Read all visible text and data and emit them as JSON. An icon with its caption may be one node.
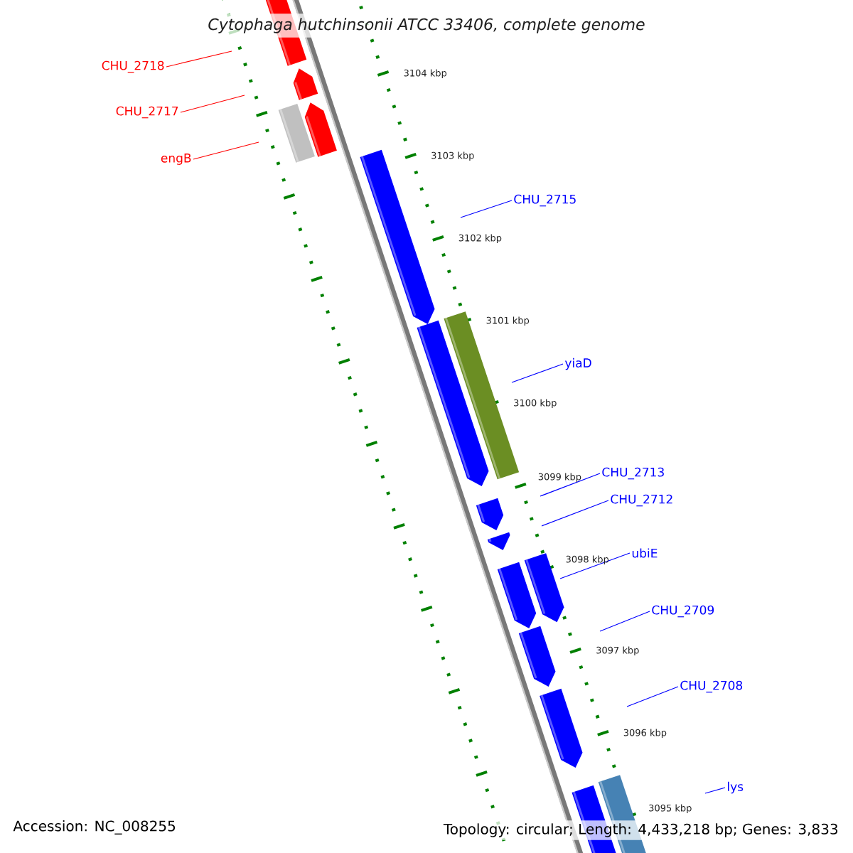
{
  "diagram": {
    "title": "Cytophaga hutchinsonii ATCC 33406, complete genome",
    "nodes": [
      {
        "text": [
          "CHU_2718"
        ]
      },
      {
        "text": [
          "CHU_2717"
        ]
      },
      {
        "text": [
          "engB"
        ]
      },
      {
        "text": [
          "CHU_2715"
        ]
      },
      {
        "text": [
          "yiaD"
        ]
      },
      {
        "text": [
          "CHU_2713"
        ]
      },
      {
        "text": [
          "CHU_2712"
        ]
      },
      {
        "text": [
          "ubiE"
        ]
      },
      {
        "text": [
          "CHU_2709"
        ]
      },
      {
        "text": [
          "CHU_2708"
        ]
      },
      {
        "text": [
          "lys"
        ]
      }
    ],
    "edges": [
      {
        "from": 0,
        "to": null,
        "arrow": "none",
        "color": "#ff0000"
      },
      {
        "from": 1,
        "to": null,
        "arrow": "none",
        "color": "#ff0000"
      },
      {
        "from": 2,
        "to": null,
        "arrow": "none",
        "color": "#ff0000"
      },
      {
        "from": 3,
        "to": null,
        "arrow": "none"
      },
      {
        "from": 4,
        "to": null,
        "arrow": "none"
      },
      {
        "from": 5,
        "to": null,
        "arrow": "none"
      },
      {
        "from": 6,
        "to": null,
        "arrow": "none"
      },
      {
        "from": 7,
        "to": null,
        "arrow": "none"
      },
      {
        "from": 8,
        "to": null,
        "arrow": "none"
      },
      {
        "from": 9,
        "to": null,
        "arrow": "none"
      },
      {
        "from": 10,
        "to": null,
        "arrow": "none"
      }
    ],
    "labels": [
      "3104 kbp",
      "3103 kbp",
      "3102 kbp",
      "3101 kbp",
      "3100 kbp",
      "3099 kbp",
      "3098 kbp",
      "3097 kbp",
      "3096 kbp",
      "3095 kbp",
      "Accession: NC_008255",
      "Topology: circular; Length: 4,433,218 bp; Genes: 3,833"
    ]
  }
}
